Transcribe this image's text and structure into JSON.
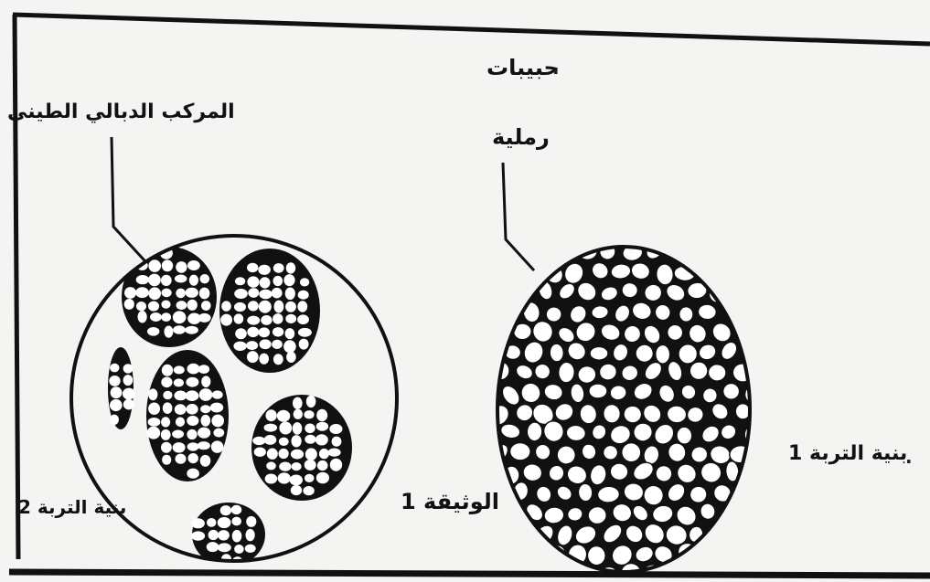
{
  "labels": {
    "sand_grains_line1": "حبيبات",
    "sand_grains_line2": "رملية",
    "humus_clay_complex": "المركب الدبالي الطيني",
    "soil_structure_1": "بنية التربة 1",
    "soil_structure_2": "بنية التربة 2",
    "panel_caption": "الوثيقة 1"
  },
  "colors": {
    "background": "#f4f4f2",
    "ink": "#111111",
    "grain_fill": "#ffffff"
  }
}
